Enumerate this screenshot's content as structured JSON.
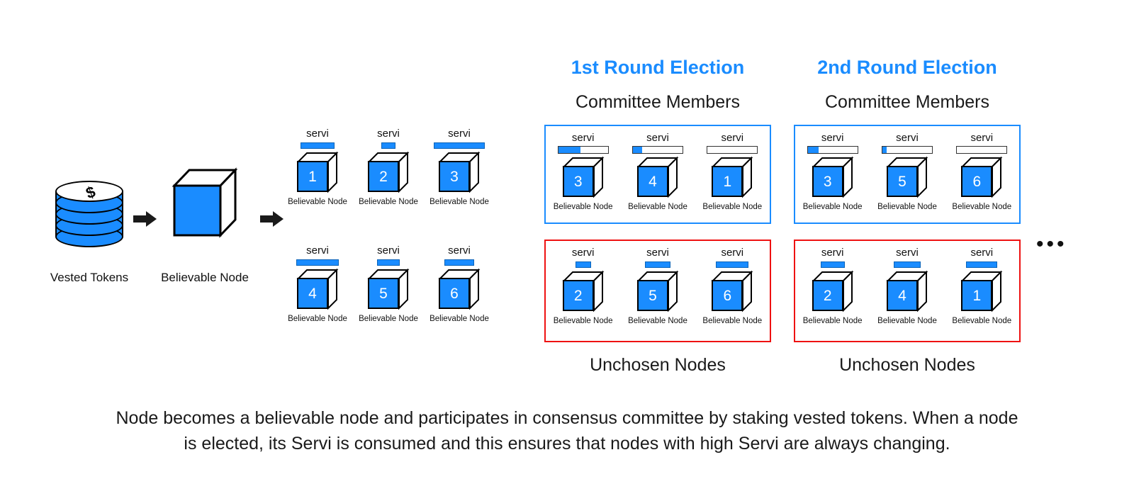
{
  "diagram": {
    "caption_line1": "Node becomes a believable node and participates in consensus committee by staking vested tokens. When a node",
    "caption_line2": "is elected, its Servi is consumed and this ensures that nodes with high Servi are always changing.",
    "ellipsis": "•••",
    "colors": {
      "accent_blue": "#1a8cff",
      "committee_border": "#1a8cff",
      "unchosen_border": "#ee1111",
      "text": "#1a1a1a"
    }
  },
  "stake_flow": {
    "tokens": {
      "label": "Vested Tokens",
      "symbol": "$"
    },
    "node": {
      "label": "Believable Node"
    },
    "arrow1": "→",
    "arrow2": "→"
  },
  "pool": {
    "node_caption": "Believable Node",
    "servi_label": "servi",
    "rows": [
      [
        {
          "id": "1",
          "servi_width": 48
        },
        {
          "id": "2",
          "servi_width": 20
        },
        {
          "id": "3",
          "servi_width": 72
        }
      ],
      [
        {
          "id": "4",
          "servi_width": 60
        },
        {
          "id": "5",
          "servi_width": 32
        },
        {
          "id": "6",
          "servi_width": 42
        }
      ]
    ]
  },
  "rounds": [
    {
      "title": "1st Round Election",
      "committee_title": "Committee Members",
      "unchosen_title": "Unchosen Nodes",
      "committee": [
        {
          "id": "3",
          "servi_percent": 45
        },
        {
          "id": "4",
          "servi_percent": 18
        },
        {
          "id": "1",
          "servi_percent": 0
        }
      ],
      "unchosen": [
        {
          "id": "2",
          "servi_width": 22
        },
        {
          "id": "5",
          "servi_width": 36
        },
        {
          "id": "6",
          "servi_width": 46
        }
      ]
    },
    {
      "title": "2nd Round Election",
      "committee_title": "Committee Members",
      "unchosen_title": "Unchosen Nodes",
      "committee": [
        {
          "id": "3",
          "servi_percent": 22
        },
        {
          "id": "5",
          "servi_percent": 9
        },
        {
          "id": "6",
          "servi_percent": 0
        }
      ],
      "unchosen": [
        {
          "id": "2",
          "servi_width": 34
        },
        {
          "id": "4",
          "servi_width": 38
        },
        {
          "id": "1",
          "servi_width": 44
        }
      ]
    }
  ]
}
